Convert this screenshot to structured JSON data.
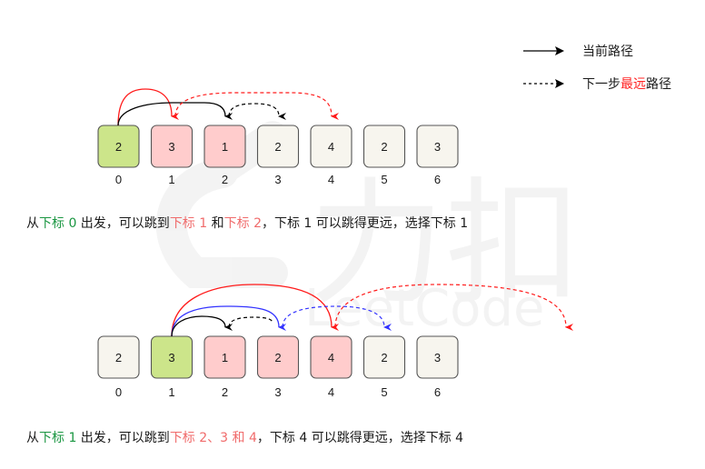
{
  "legend": {
    "current_path": "当前路径",
    "next_prefix": "下一步",
    "next_highlight": "最远",
    "next_suffix": "路径"
  },
  "watermark": {
    "text": "力扣",
    "subtext": "LeetCode"
  },
  "colors": {
    "start_fill": "#cce58a",
    "candidate_fill": "#ffcccc",
    "normal_fill": "#f7f5ee",
    "stroke": "#555555",
    "red": "#ff1a1a",
    "blue": "#3333ff",
    "black": "#000000",
    "green_text": "#1a9641",
    "red_text": "#f06b6b"
  },
  "step1": {
    "values": [
      "2",
      "3",
      "1",
      "2",
      "4",
      "2",
      "3"
    ],
    "indices": [
      "0",
      "1",
      "2",
      "3",
      "4",
      "5",
      "6"
    ],
    "states": [
      "start",
      "candidate",
      "candidate",
      "normal",
      "normal",
      "normal",
      "normal"
    ],
    "caption": {
      "p1": "从",
      "g1": "下标 0",
      "p2": " 出发，可以跳到",
      "r1": "下标 1",
      "p3": " 和",
      "r2": "下标 2",
      "p4": "，下标 1 可以跳得更远，选择下标 1"
    }
  },
  "step2": {
    "values": [
      "2",
      "3",
      "1",
      "2",
      "4",
      "2",
      "3"
    ],
    "indices": [
      "0",
      "1",
      "2",
      "3",
      "4",
      "5",
      "6"
    ],
    "states": [
      "normal",
      "start",
      "candidate",
      "candidate",
      "candidate",
      "normal",
      "normal"
    ],
    "caption": {
      "p1": "从",
      "g1": "下标 1",
      "p2": " 出发，可以跳到",
      "r1": "下标 2、3 和 4",
      "p4": "，下标 4 可以跳得更远，选择下标 4"
    }
  }
}
